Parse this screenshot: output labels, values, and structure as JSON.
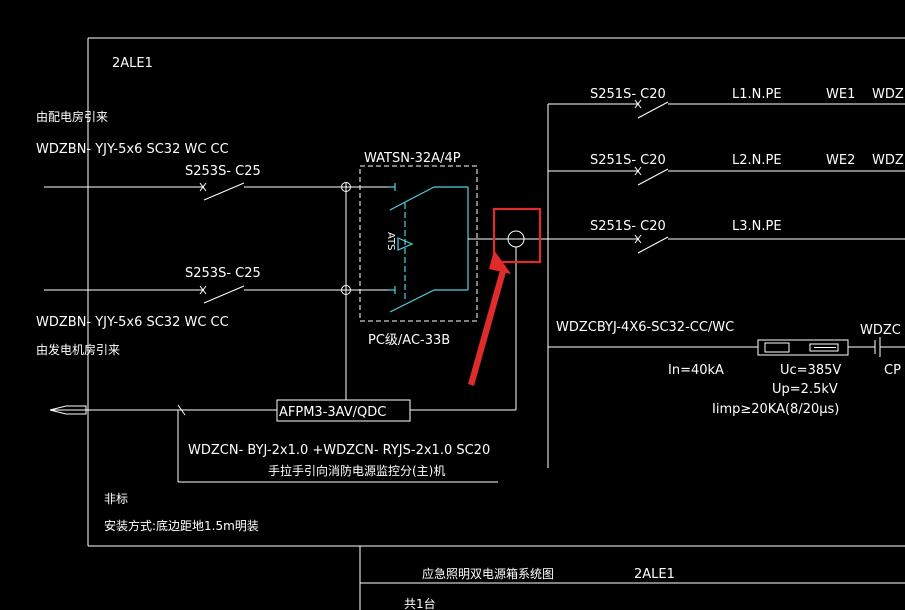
{
  "box_id": "2ALE1",
  "source_main": {
    "origin": "由配电房引来",
    "cable": "WDZBN- YJY-5x6  SC32  WC  CC",
    "breaker": "S253S- C25"
  },
  "source_backup": {
    "origin": "由发电机房引来",
    "cable": "WDZBN- YJY-5x6  SC32  WC  CC",
    "breaker": "S253S- C25"
  },
  "ats": {
    "model": "WATSN-32A/4P",
    "grade": "PC级/AC-33B",
    "symbol": "ATS"
  },
  "circuits": [
    {
      "breaker": "S251S- C20",
      "phase": "L1.N.PE",
      "id": "WE1",
      "cable_cut": "WDZ"
    },
    {
      "breaker": "S251S- C20",
      "phase": "L2.N.PE",
      "id": "WE2",
      "cable_cut": "WDZ"
    },
    {
      "breaker": "S251S- C20",
      "phase": "L3.N.PE",
      "id": "",
      "cable_cut": ""
    }
  ],
  "spd": {
    "cable": "WDZCBYJ-4X6-SC32-CC/WC",
    "cut_right_top": "WDZC",
    "cut_right_bottom": "CP",
    "in": "In=40kA",
    "uc": "Uc=385V",
    "up": "Up=2.5kV",
    "imp": "Iimp≥20KA(8/20μs)"
  },
  "monitor": {
    "module": "AFPM3-3AV/QDC",
    "cable": "WDZCN- BYJ-2x1.0 +WDZCN- RYJS-2x1.0  SC20",
    "caption": "手拉手引向消防电源监控分(主)机"
  },
  "notes": {
    "line1": "非标",
    "line2": "安装方式:底边距地1.5m明装"
  },
  "title_block": {
    "name": "应急照明双电源箱系统图",
    "code": "2ALE1",
    "qty": "共1台"
  },
  "colors": {
    "background": "#000000",
    "line": "#ffffff",
    "ats_cyan": "#4fd2e0",
    "highlight_red": "#e02b2b"
  }
}
